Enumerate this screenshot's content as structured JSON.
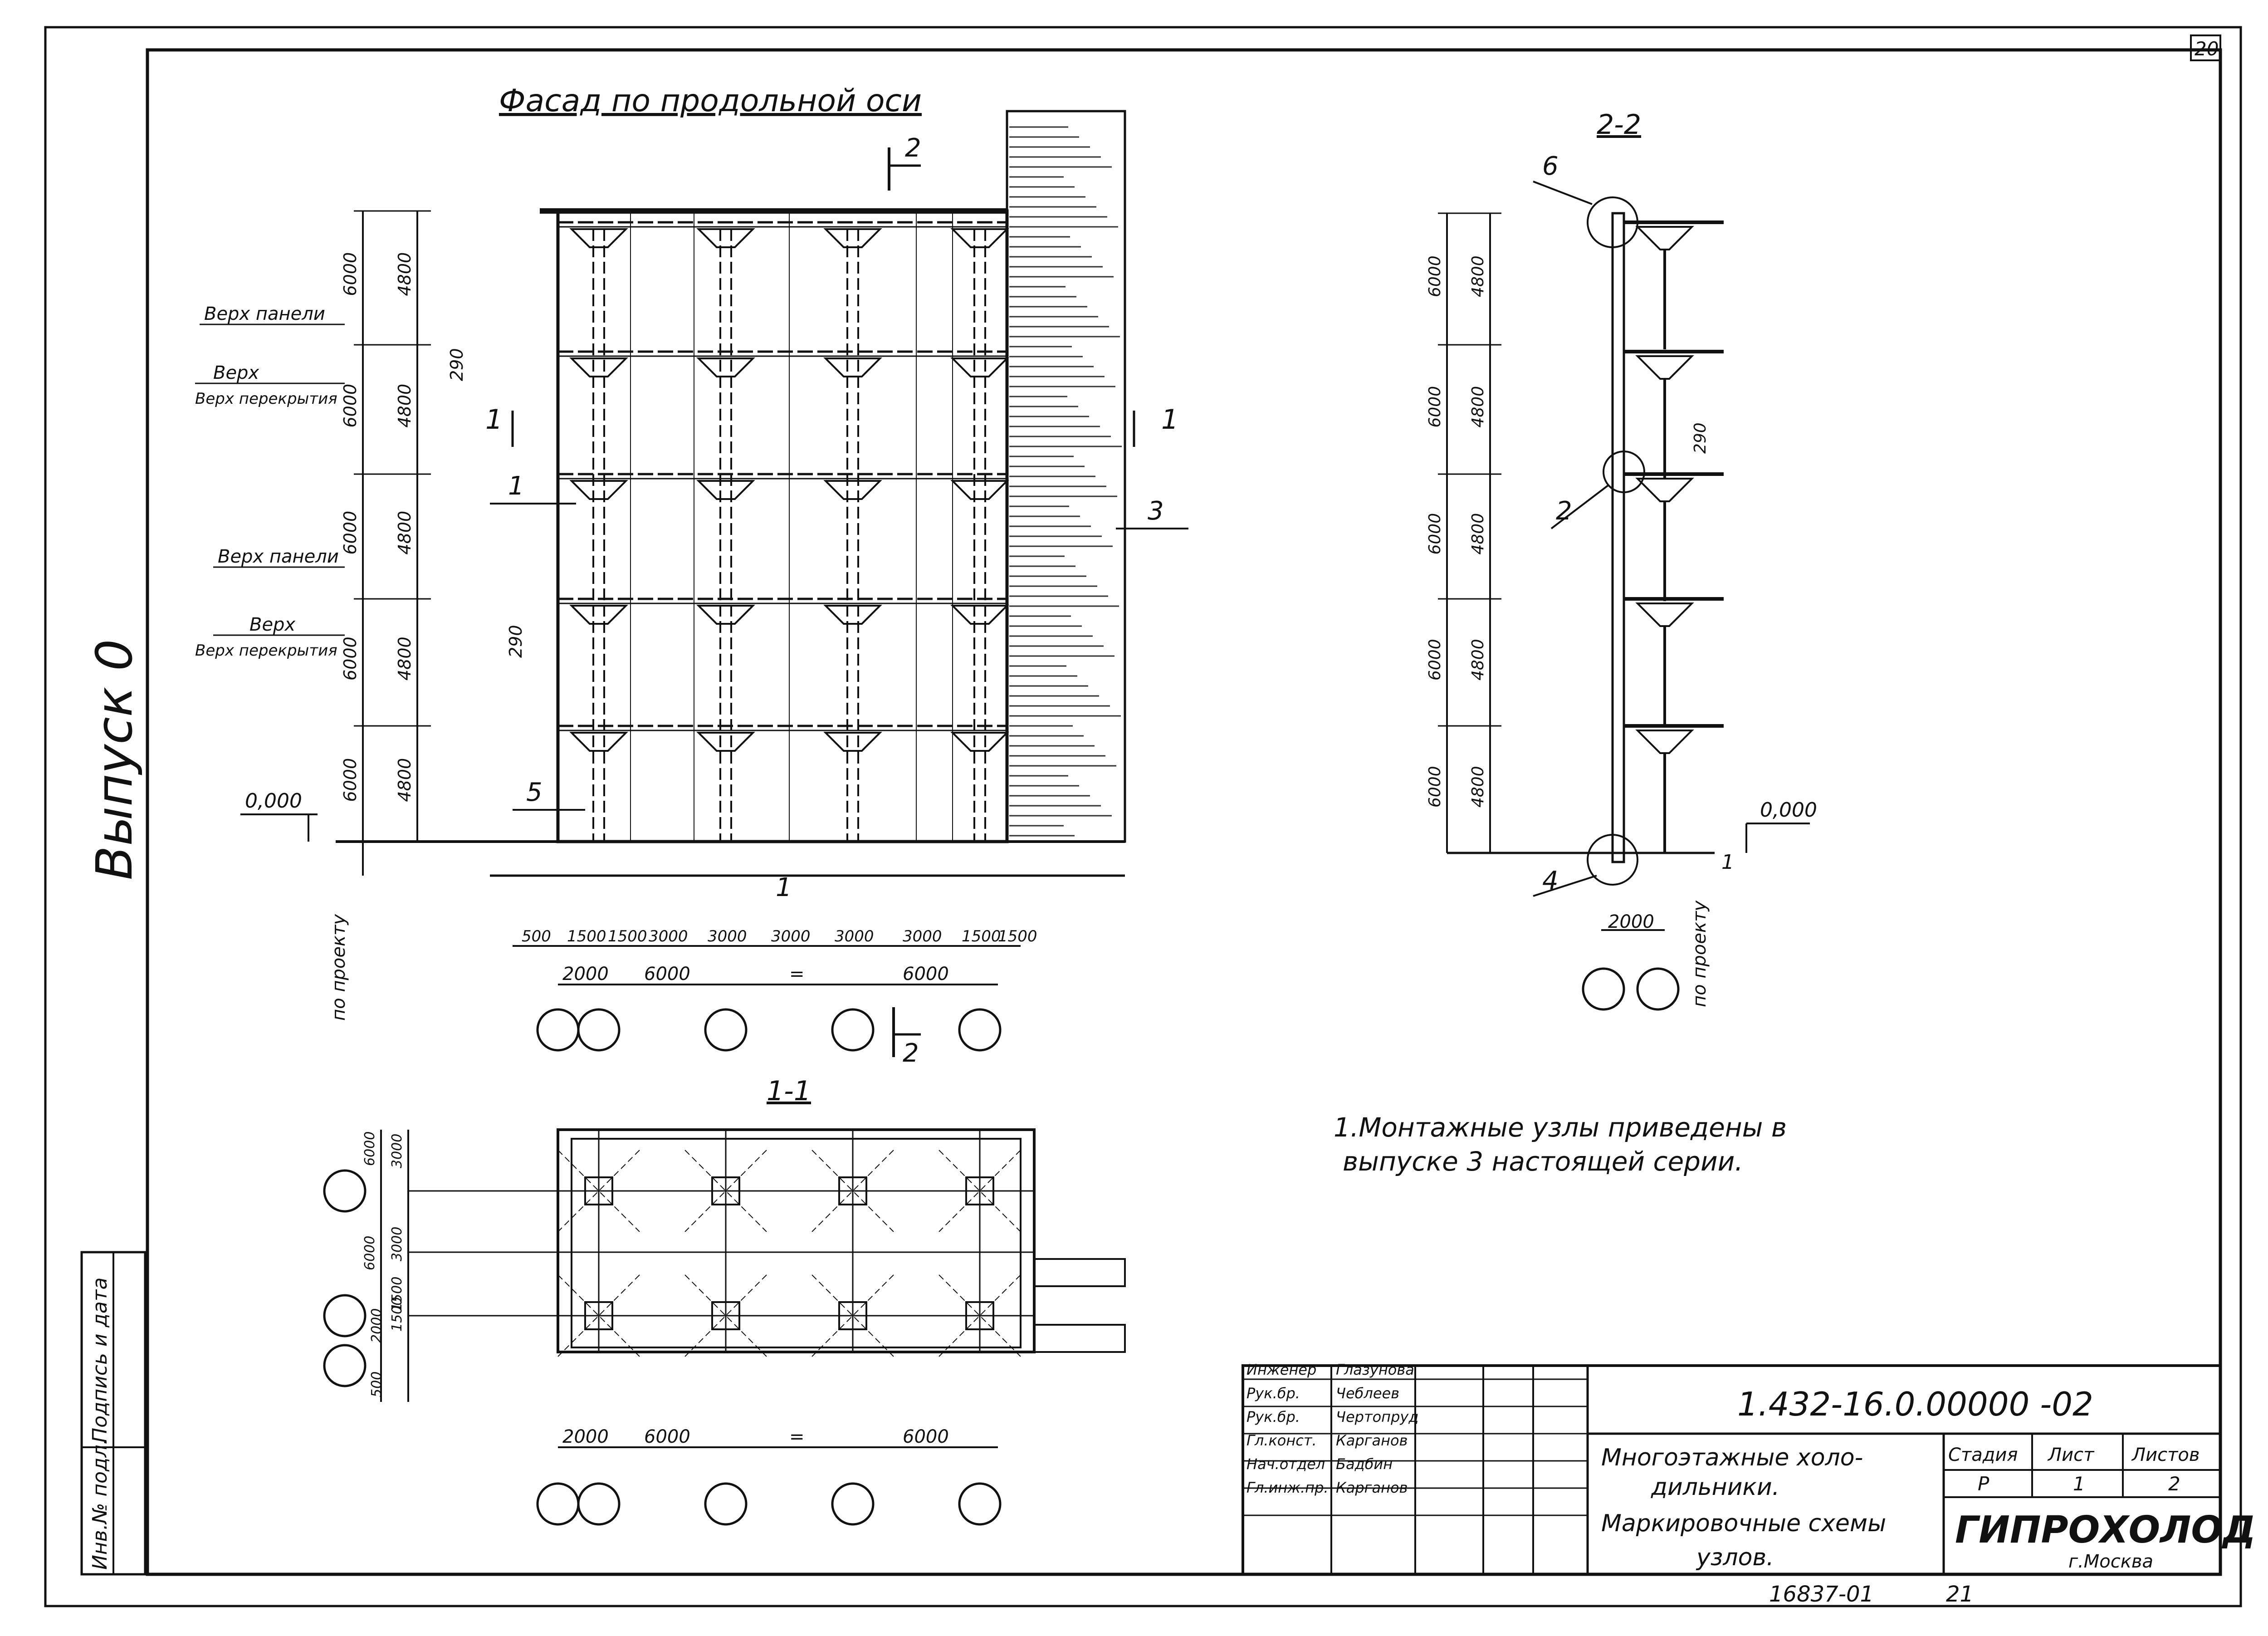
{
  "sheet_number": "20",
  "issue_label": "Выпуск 0",
  "facade": {
    "title": "Фасад по продольной оси",
    "section_mark_top": "2",
    "section_mark_bottom": "2",
    "section_mark_left": "1",
    "section_mark_right": "1",
    "level_heights": [
      "6000",
      "6000",
      "6000",
      "6000",
      "6000"
    ],
    "floor_heights": [
      "4800",
      "4800",
      "4800",
      "4800",
      "4800"
    ],
    "dim_290_a": "290",
    "dim_290_b": "290",
    "label_top_panel_1": "Верх панели",
    "label_top_slab_1": "Верх перекрытия",
    "label_top_panel_2": "Верх панели",
    "label_top_slab_2": "Верх перекрытия",
    "level_zero": "0,000",
    "per_project": "по проекту",
    "callout_1": "1",
    "callout_3": "3",
    "callout_5": "5",
    "callout_small": "1",
    "bottom_dims_row1": [
      "500",
      "1500",
      "1500",
      "3000",
      "3000",
      "3000",
      "3000",
      "3000",
      "1500",
      "1500"
    ],
    "bottom_dims_row2": [
      "2000",
      "6000",
      "=",
      "6000"
    ]
  },
  "section22": {
    "title": "2-2",
    "level_heights": [
      "6000",
      "6000",
      "6000",
      "6000",
      "6000"
    ],
    "floor_heights": [
      "4800",
      "4800",
      "4800",
      "4800",
      "4800"
    ],
    "dim_290": "290",
    "callout_6": "6",
    "callout_2": "2",
    "callout_4": "4",
    "level_zero": "0,000",
    "per_project": "по проекту",
    "bottom_dim": "2000",
    "callout_small": "1"
  },
  "section11": {
    "title": "1-1",
    "left_dims": [
      "6000",
      "3000",
      "6000",
      "3000",
      "1500",
      "1500",
      "2000",
      "500"
    ],
    "bottom_dims": [
      "2000",
      "6000",
      "=",
      "6000"
    ]
  },
  "note": {
    "line1": "1.Монтажные узлы приведены в",
    "line2": "выпуске 3 настоящей серии."
  },
  "stamp": {
    "code": "1.432-16.0.00000 -02",
    "title_lines": [
      "Многоэтажные холо-",
      "дильники.",
      "Маркировочные схемы",
      "узлов."
    ],
    "roles": [
      "Инженер",
      "Рук.бр.",
      "Рук.бр.",
      "Гл.конст.",
      "Нач.отдел",
      "Гл.инж.пр."
    ],
    "names": [
      "Глазунова",
      "Чеблеев",
      "Чертопруд",
      "Карганов",
      "Бадбин",
      "Карганов"
    ],
    "stage_header": "Стадия",
    "sheet_header": "Лист",
    "sheets_header": "Листов",
    "stage": "Р",
    "sheet": "1",
    "sheets": "2",
    "org": "ГИПРОХОЛОД",
    "city": "г.Москва"
  },
  "left_strip": [
    "Инв.№ подл.",
    "Подпись и дата"
  ],
  "bottom_code": "16837-01",
  "bottom_num": "21"
}
